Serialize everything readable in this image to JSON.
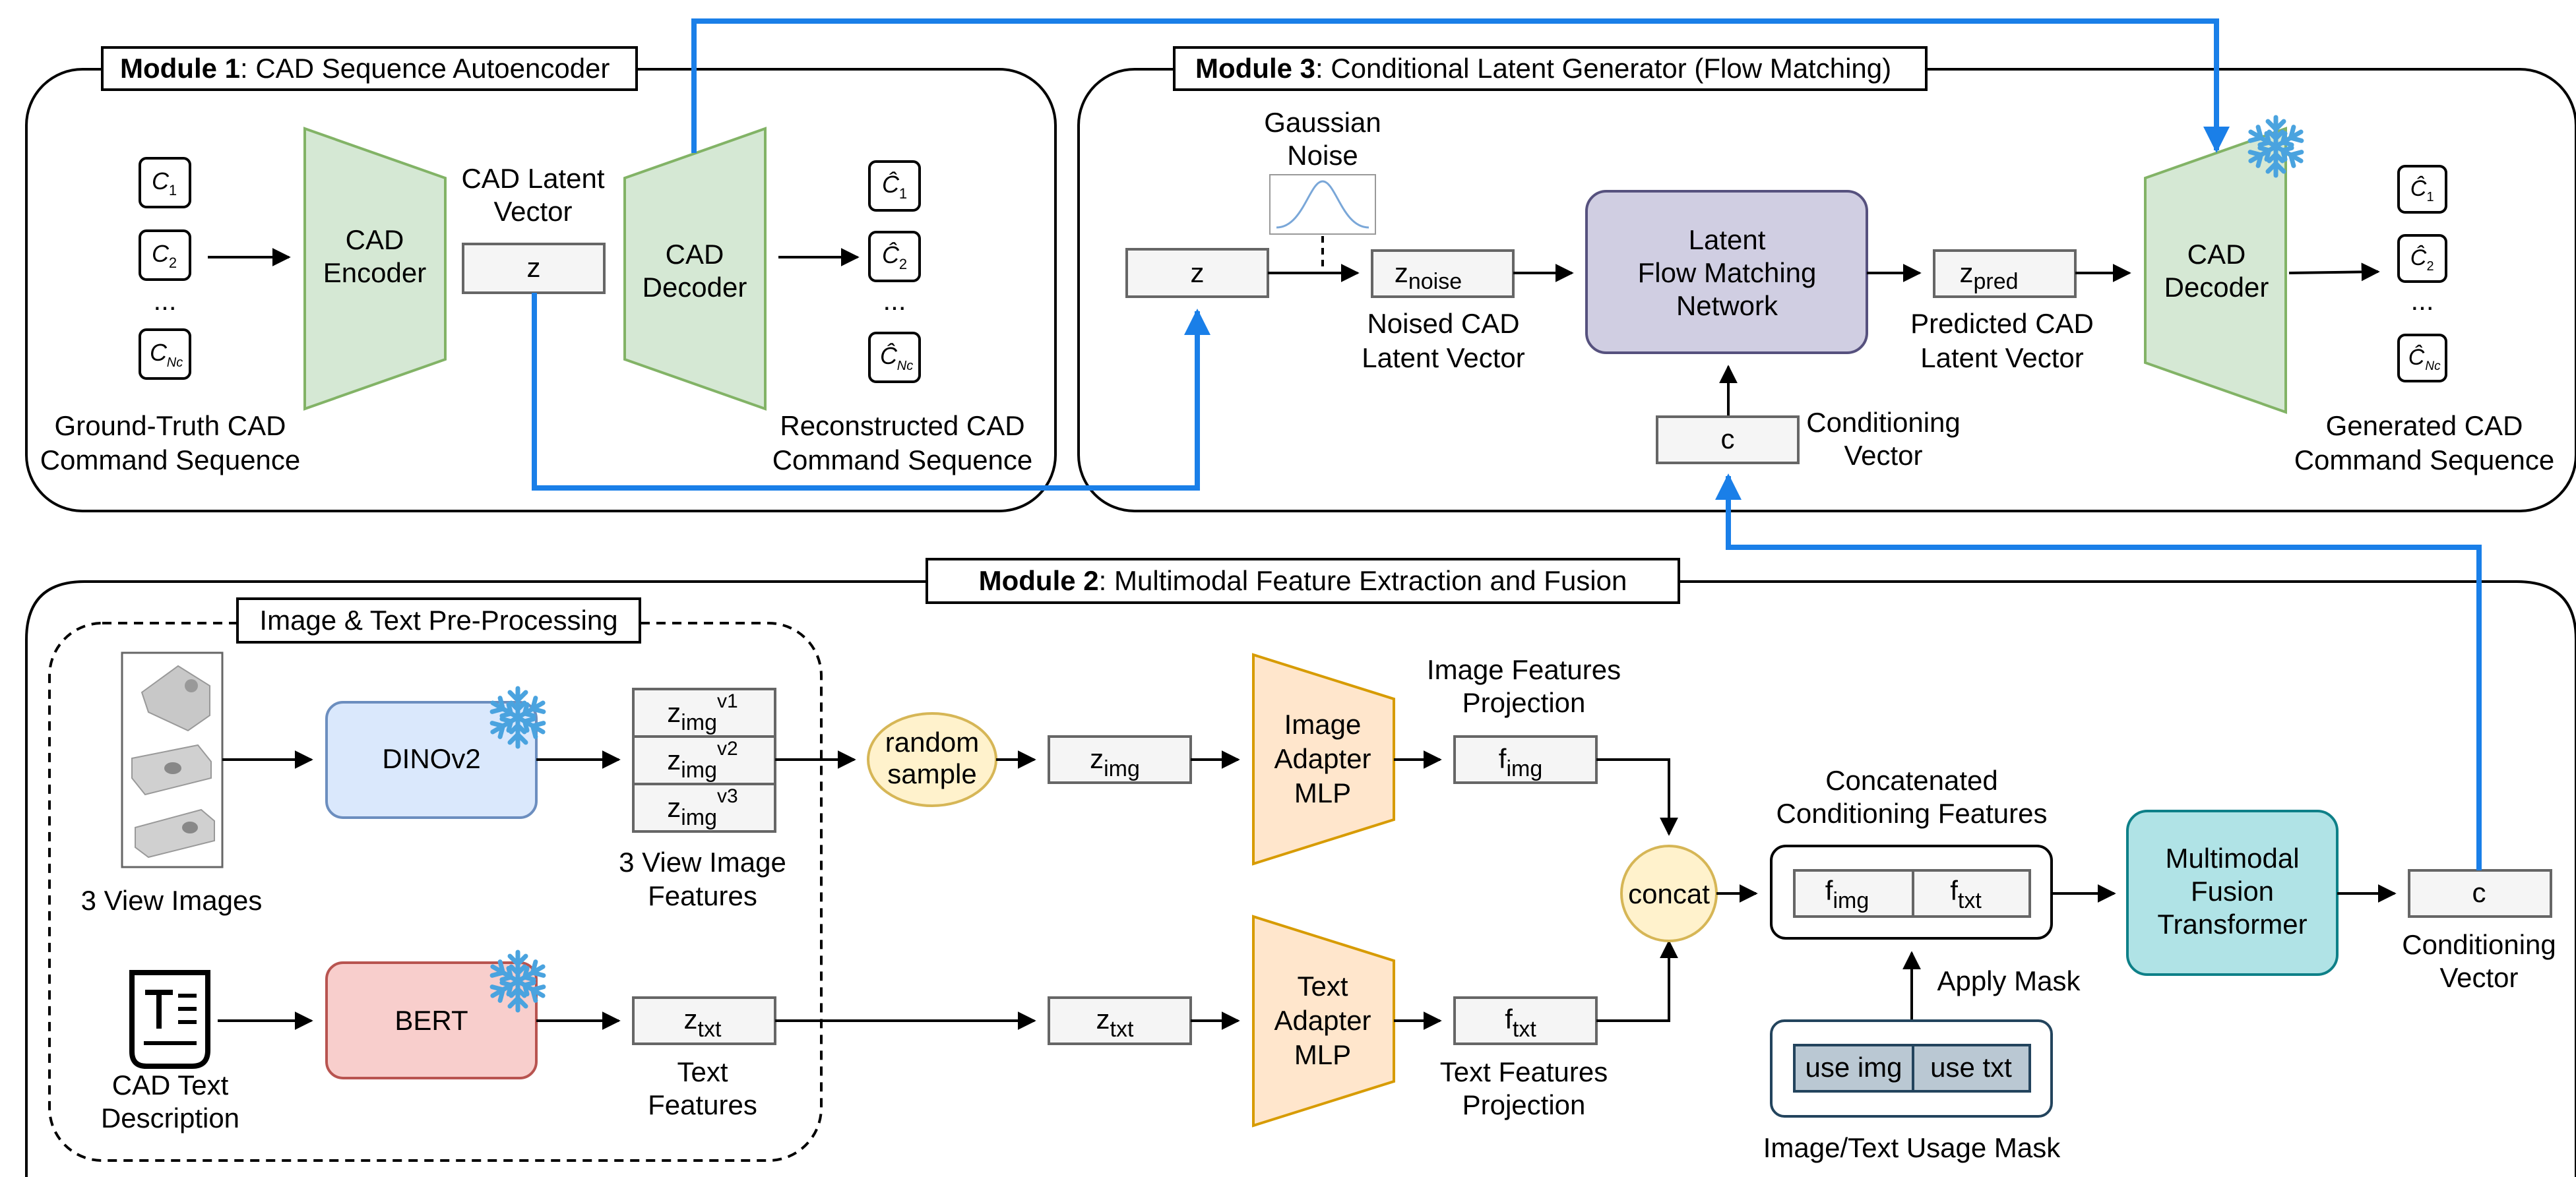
{
  "colors": {
    "blue_flow": "#1a7fe8",
    "encoder_fill": "#d5e8d4",
    "encoder_stroke": "#82b366",
    "dino_fill": "#dae8fc",
    "dino_stroke": "#6c8ebf",
    "bert_fill": "#f8cecc",
    "bert_stroke": "#b85450",
    "adapter_fill": "#ffe6cc",
    "adapter_stroke": "#d79b00",
    "circle_fill": "#fff2cc",
    "circle_stroke": "#d6b656",
    "flow_fill": "#d0cee2",
    "flow_stroke": "#56517e",
    "fusion_fill": "#b0e3e6",
    "fusion_stroke": "#0e8088",
    "mask_fill": "#bac8d3",
    "mask_stroke": "#23445d",
    "gray_box_fill": "#f5f5f5",
    "gray_box_stroke": "#666666",
    "snowflake": "#4aa3df"
  },
  "module1": {
    "title_bold": "Module 1",
    "title_rest": ": CAD Sequence Autoencoder",
    "gt_label_line1": "Ground-Truth CAD",
    "gt_label_line2": "Command Sequence",
    "encoder_line1": "CAD",
    "encoder_line2": "Encoder",
    "latent_label_line1": "CAD Latent",
    "latent_label_line2": "Vector",
    "latent_box": "z",
    "decoder_line1": "CAD",
    "decoder_line2": "Decoder",
    "recon_label_line1": "Reconstructed CAD",
    "recon_label_line2": "Command Sequence",
    "ellipsis": "...",
    "input_tokens": [
      "C1",
      "C2",
      "CNc"
    ],
    "output_tokens": [
      "Ĉ1",
      "Ĉ2",
      "ĈNc"
    ]
  },
  "module3": {
    "title_bold": "Module 3",
    "title_rest": ": Conditional Latent Generator (Flow Matching)",
    "gaussian_line1": "Gaussian",
    "gaussian_line2": "Noise",
    "z_box": "z",
    "znoise_main": "z",
    "znoise_sub": "noise",
    "noised_line1": "Noised CAD",
    "noised_line2": "Latent Vector",
    "flow_line1": "Latent",
    "flow_line2": "Flow Matching",
    "flow_line3": "Network",
    "zpred_main": "z",
    "zpred_sub": "pred",
    "pred_line1": "Predicted CAD",
    "pred_line2": "Latent Vector",
    "c_box": "c",
    "cond_line1": "Conditioning",
    "cond_line2": "Vector",
    "decoder_line1": "CAD",
    "decoder_line2": "Decoder",
    "gen_line1": "Generated CAD",
    "gen_line2": "Command Sequence",
    "ellipsis": "...",
    "output_tokens": [
      "Ĉ1",
      "Ĉ2",
      "ĈNc"
    ]
  },
  "module2": {
    "title_bold": "Module 2",
    "title_rest": ": Multimodal Feature Extraction and Fusion",
    "preproc_title": "Image & Text Pre-Processing",
    "views_label": "3 View Images",
    "text_desc_line1": "CAD Text",
    "text_desc_line2": "Description",
    "dino": "DINOv2",
    "bert": "BERT",
    "zimg_main": "z",
    "zimg_sub": "img",
    "view_sups": [
      "v1",
      "v2",
      "v3"
    ],
    "view_feat_line1": "3 View Image",
    "view_feat_line2": "Features",
    "ztxt_main": "z",
    "ztxt_sub": "txt",
    "text_feat_line1": "Text",
    "text_feat_line2": "Features",
    "random_line1": "random",
    "random_line2": "sample",
    "img_adapter_line1": "Image",
    "img_adapter_line2": "Adapter",
    "img_adapter_line3": "MLP",
    "txt_adapter_line1": "Text",
    "txt_adapter_line2": "Adapter",
    "txt_adapter_line3": "MLP",
    "fimg_main": "f",
    "fimg_sub": "img",
    "ftxt_main": "f",
    "ftxt_sub": "txt",
    "img_proj_line1": "Image Features",
    "img_proj_line2": "Projection",
    "txt_proj_line1": "Text Features",
    "txt_proj_line2": "Projection",
    "concat": "concat",
    "concat_feat_line1": "Concatenated",
    "concat_feat_line2": "Conditioning Features",
    "apply_mask": "Apply Mask",
    "use_img": "use img",
    "use_txt": "use txt",
    "mask_label": "Image/Text Usage Mask",
    "fusion_line1": "Multimodal",
    "fusion_line2": "Fusion",
    "fusion_line3": "Transformer",
    "c_box": "c",
    "cond_line1": "Conditioning",
    "cond_line2": "Vector"
  }
}
